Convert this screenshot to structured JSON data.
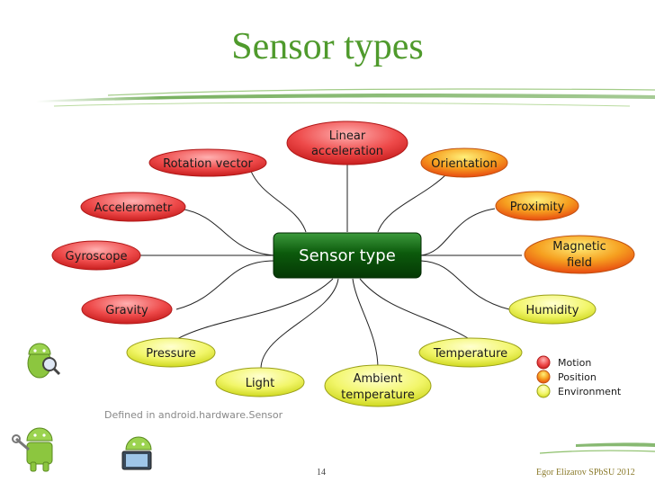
{
  "title": "Sensor types",
  "center": "Sensor type",
  "nodes": {
    "linear_1": "Linear",
    "linear_2": "acceleration",
    "rotation": "Rotation vector",
    "orientation": "Orientation",
    "accelerometr": "Accelerometr",
    "proximity": "Proximity",
    "gyroscope": "Gyroscope",
    "magnetic_1": "Magnetic",
    "magnetic_2": "field",
    "gravity": "Gravity",
    "humidity": "Humidity",
    "pressure": "Pressure",
    "temperature": "Temperature",
    "light": "Light",
    "ambient_1": "Ambient",
    "ambient_2": "temperature"
  },
  "legend": {
    "motion": "Motion",
    "position": "Position",
    "environment": "Environment"
  },
  "colors": {
    "motion": "#e8404a",
    "position": "#f08020",
    "environment": "#eef050",
    "center": "#0a5a0a",
    "title": "#4f9a2c"
  },
  "note": "Defined in android.hardware.Sensor",
  "page_number": "14",
  "footer": "Egor Elizarov SPbSU 2012"
}
